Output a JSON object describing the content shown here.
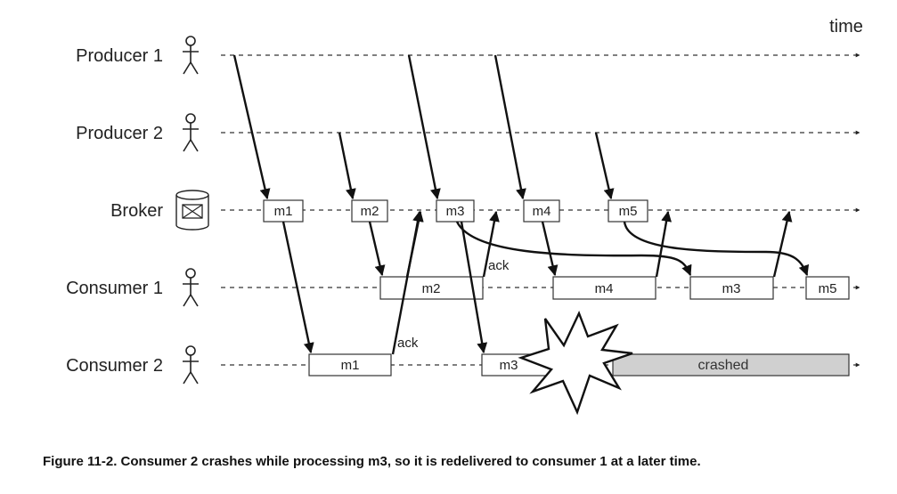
{
  "time_label": "time",
  "participants": [
    {
      "id": "p1",
      "label": "Producer 1",
      "icon": "stick-figure-icon"
    },
    {
      "id": "p2",
      "label": "Producer 2",
      "icon": "stick-figure-icon"
    },
    {
      "id": "broker",
      "label": "Broker",
      "icon": "mailbox-icon"
    },
    {
      "id": "c1",
      "label": "Consumer 1",
      "icon": "stick-figure-icon"
    },
    {
      "id": "c2",
      "label": "Consumer 2",
      "icon": "stick-figure-icon"
    }
  ],
  "messages": {
    "broker": [
      "m1",
      "m2",
      "m3",
      "m4",
      "m5"
    ],
    "consumer1": [
      "m2",
      "m4",
      "m3",
      "m5"
    ],
    "consumer2": [
      "m1",
      "m3"
    ]
  },
  "ack_label": "ack",
  "crashed_label": "crashed",
  "caption": "Figure 11-2. Consumer 2 crashes while processing m3, so it is redelivered to consumer 1 at a later time."
}
